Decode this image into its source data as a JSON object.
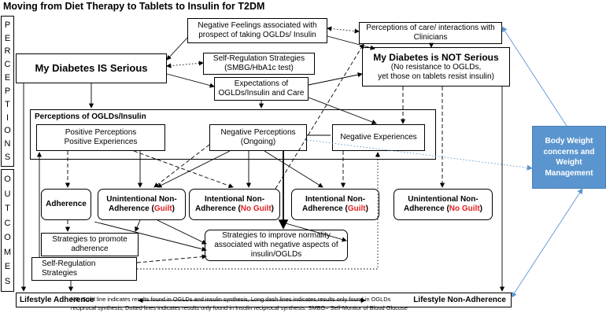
{
  "title": "Moving from Diet Therapy to Tablets to Insulin for T2DM",
  "side_labels": {
    "perceptions": [
      "P",
      "E",
      "R",
      "C",
      "E",
      "P",
      "T",
      "I",
      "O",
      "N",
      "S"
    ],
    "outcomes": [
      "O",
      "U",
      "T",
      "C",
      "O",
      "M",
      "E",
      "S"
    ]
  },
  "boxes": {
    "negative_feelings": [
      "Negative Feelings associated with",
      "prospect of taking OGLDs/ Insulin"
    ],
    "perceptions_care": [
      "Perceptions of care/ interactions with",
      "Clinicians"
    ],
    "serious": "My Diabetes IS Serious",
    "self_reg_top": [
      "Self-Regulation Strategies",
      "(SMBG/HbA1c test)"
    ],
    "not_serious_title": "My Diabetes is NOT Serious",
    "not_serious_sub": [
      "(No resistance to OGLDs,",
      "yet those on tablets resist insulin)"
    ],
    "expectations": [
      "Expectations of",
      "OGLDs/Insulin and Care"
    ],
    "perceptions_oglds": "Perceptions of OGLDs/Insulin",
    "positive": [
      "Positive Perceptions",
      "Positive Experiences"
    ],
    "negative_perc": [
      "Negative Perceptions",
      "(Ongoing)"
    ],
    "negative_exp": "Negative Experiences",
    "adherence": "Adherence",
    "unint1": {
      "line1": "Unintentional Non-",
      "line2": "Adherence (",
      "qual": "Guilt",
      "close": ")"
    },
    "int1": {
      "line1": "Intentional Non-",
      "line2": "Adherence (",
      "qual": "No Guilt",
      "close": ")"
    },
    "int2": {
      "line1": "Intentional Non-",
      "line2": "Adherence (",
      "qual": "Guilt",
      "close": ")"
    },
    "unint2": {
      "line1": "Unintentional Non-",
      "line2": "Adherence (",
      "qual": "No Guilt",
      "close": ")"
    },
    "strategies_adherence": [
      "Strategies to promote",
      "adherence"
    ],
    "strategies_normality": [
      "Strategies to improve normality",
      "associated with negative aspects of",
      "insulin/OGLDs"
    ],
    "self_reg_bottom": [
      "Self-Regulation",
      "Strategies"
    ],
    "body_weight": [
      "Body Weight",
      "concerns and",
      "Weight",
      "Management"
    ]
  },
  "lifestyle": {
    "left": "Lifestyle Adherence",
    "right": "Lifestyle Non-Adherence"
  },
  "note": [
    "NB: Solid line indicates results found in OGLDs and insulin synthesis, Long dash lines indicates results only found in OGLDs",
    "reciprocal synthesis, Dotted lines indicates results only found in Insulin reciprocal synthesis. SMBG= Self-Monitor of Blood Glucose"
  ],
  "colors": {
    "accent_box": "#5b95cf",
    "accent_arrow": "#5b95cf",
    "guilt_text": "#e02020"
  }
}
